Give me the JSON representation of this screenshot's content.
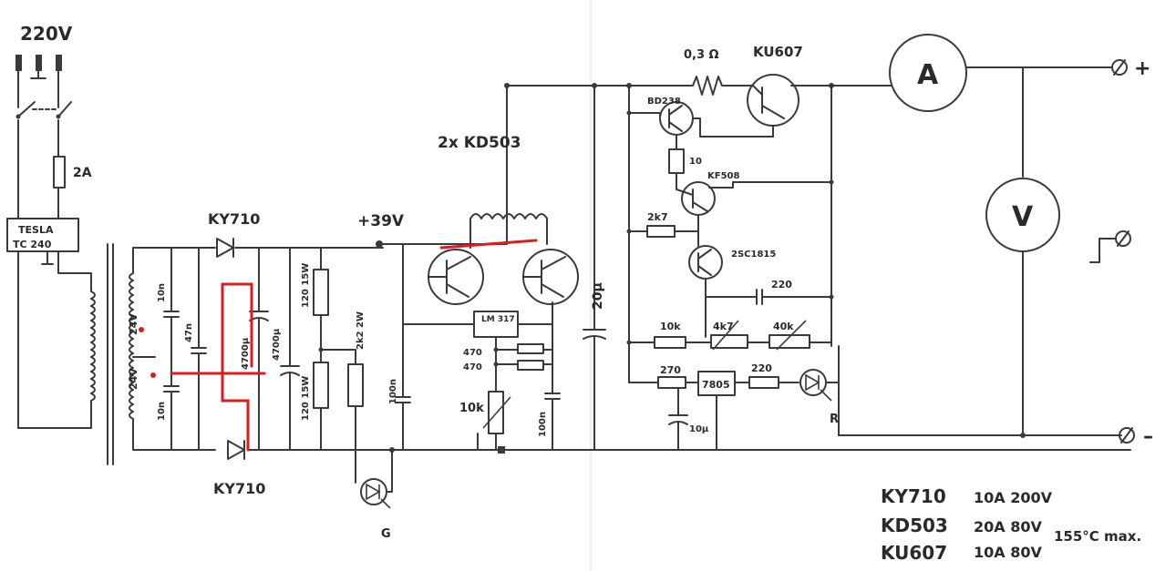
{
  "mains": {
    "voltage": "220V",
    "fuse": "2A"
  },
  "transformer": {
    "line1": "TESLA",
    "line2": "TC 240"
  },
  "secondary": {
    "upper_voltage": "24V",
    "lower_voltage": "24V"
  },
  "capacitors": {
    "c_upper": "10n",
    "c_lower": "10n",
    "c_mid": "47n",
    "c_filter1": "4700μ",
    "c_filter2": "4700μ",
    "c_bypass1": "100n",
    "c_bypass2": "100n",
    "c_large": "20μ",
    "c_220": "220",
    "c_10u": "10μ"
  },
  "diodes": {
    "top": "KY710",
    "bottom": "KY710"
  },
  "rail": {
    "voltage": "+39V"
  },
  "resistors": {
    "r_120_top": "120 15W",
    "r_120_bottom": "120 15W",
    "r_2k2": "2k2 2W",
    "r_470a": "470",
    "r_470b": "470",
    "pot_10k_left": "10k",
    "r_shunt": "0,3 Ω",
    "r_10": "10",
    "r_2k7": "2k7",
    "r_10k": "10k",
    "pot_4k7": "4k7",
    "pot_40k": "40k",
    "r_270": "270",
    "r_220": "220"
  },
  "regulators": {
    "lm317": "LM 317",
    "r7805": "7805"
  },
  "transistors": {
    "pair_label": "2x KD503",
    "kf508": "KF508",
    "bd238": "BD238",
    "ku607": "KU607",
    "sc1815": "2SC1815"
  },
  "leds": {
    "g": "G",
    "r": "R"
  },
  "meters": {
    "ammeter": "A",
    "voltmeter": "V"
  },
  "terminals": {
    "plus": "+",
    "minus": "–"
  },
  "specs": {
    "rows": [
      {
        "part": "KY710",
        "rating": "10A 200V"
      },
      {
        "part": "KD503",
        "rating": "20A 80V"
      },
      {
        "part": "KU607",
        "rating": "10A 80V"
      }
    ],
    "note": "155°C max."
  },
  "colors": {
    "ink": "#3a3a3a",
    "annotation": "#d81e1e"
  }
}
